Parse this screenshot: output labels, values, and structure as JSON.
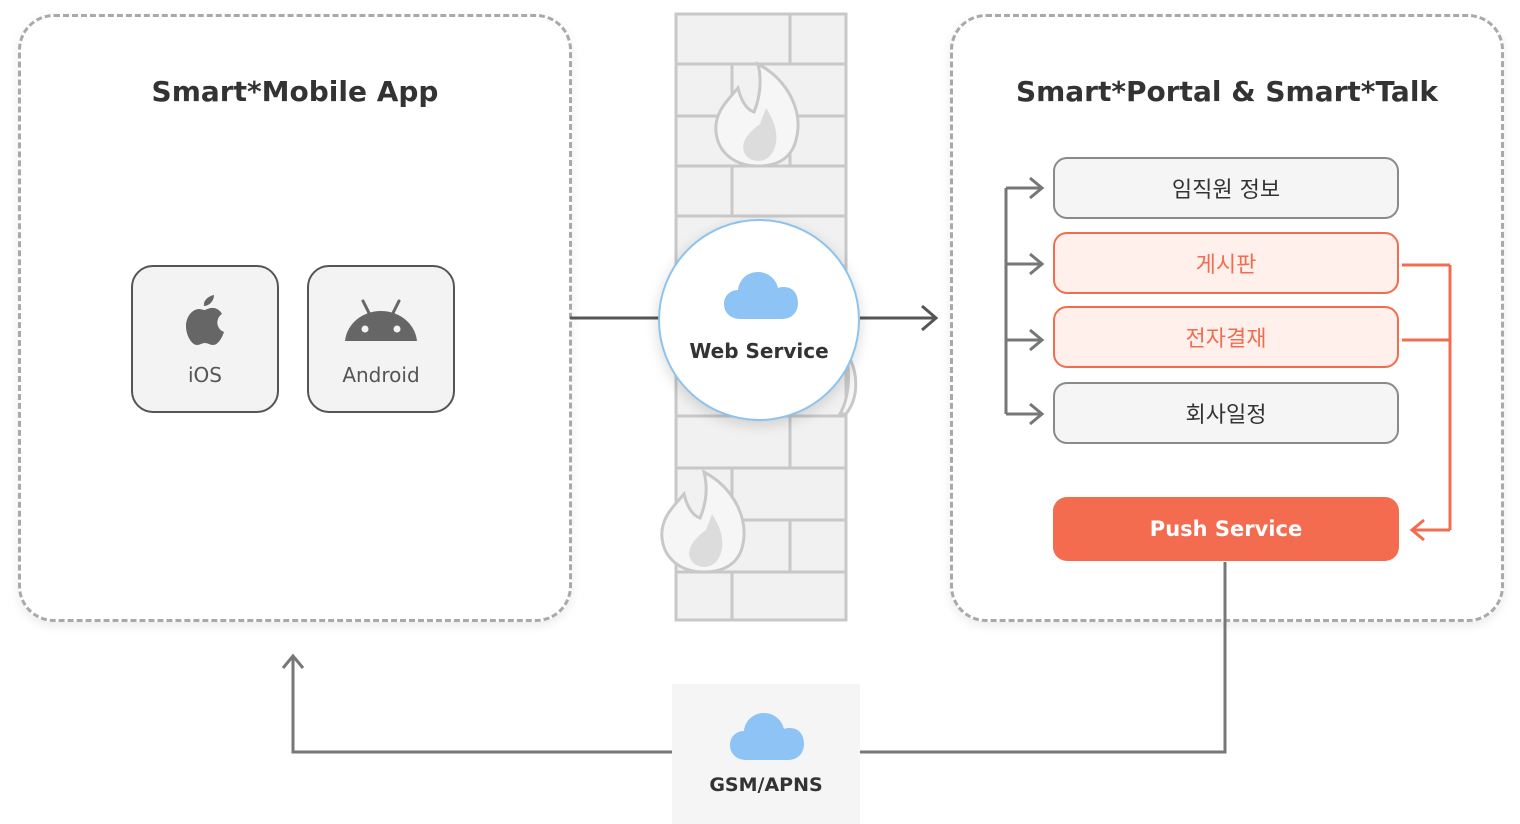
{
  "left_panel": {
    "title": "Smart*Mobile App",
    "platforms": [
      {
        "label": "iOS",
        "icon": "apple-icon"
      },
      {
        "label": "Android",
        "icon": "android-icon"
      }
    ]
  },
  "firewall": {
    "icon": "firewall-icon"
  },
  "web_service": {
    "label": "Web Service",
    "icon": "cloud-icon"
  },
  "right_panel": {
    "title": "Smart*Portal & Smart*Talk",
    "items": [
      {
        "label": "임직원 정보",
        "style": "gray"
      },
      {
        "label": "게시판",
        "style": "orange"
      },
      {
        "label": "전자결재",
        "style": "orange"
      },
      {
        "label": "회사일정",
        "style": "gray"
      }
    ],
    "push": {
      "label": "Push Service"
    }
  },
  "gsm": {
    "label": "GSM/APNS",
    "icon": "cloud-icon"
  },
  "colors": {
    "accent": "#f46c4f",
    "accent_border": "#f26d4f",
    "cloud": "#8ec3f5",
    "line": "#777777"
  }
}
